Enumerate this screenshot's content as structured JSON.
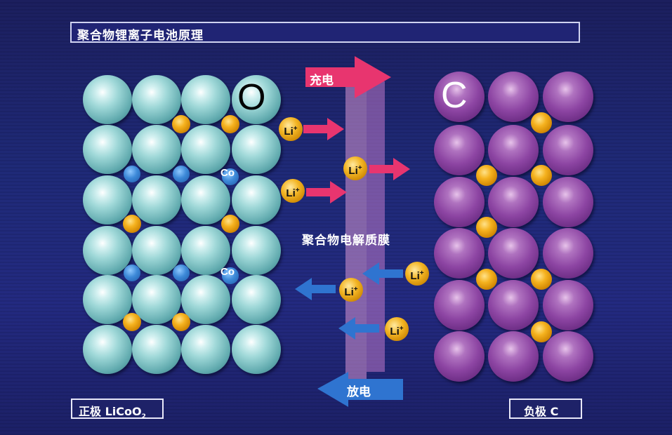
{
  "title": "聚合物锂离子电池原理",
  "cathode": {
    "label": "正极 LiCoO",
    "label_sub": "2",
    "element_letter": "O",
    "co_label": "Co",
    "atom_color": "#9fd8d8"
  },
  "anode": {
    "label": "负极 C",
    "element_letter": "C",
    "atom_color": "#8d45a3"
  },
  "electrolyte": {
    "label": "聚合物电解质膜"
  },
  "charge": {
    "label": "充电",
    "color": "#e8356f"
  },
  "discharge": {
    "label": "放电",
    "color": "#2f74d0"
  },
  "ion": {
    "symbol": "Li",
    "charge": "+"
  }
}
